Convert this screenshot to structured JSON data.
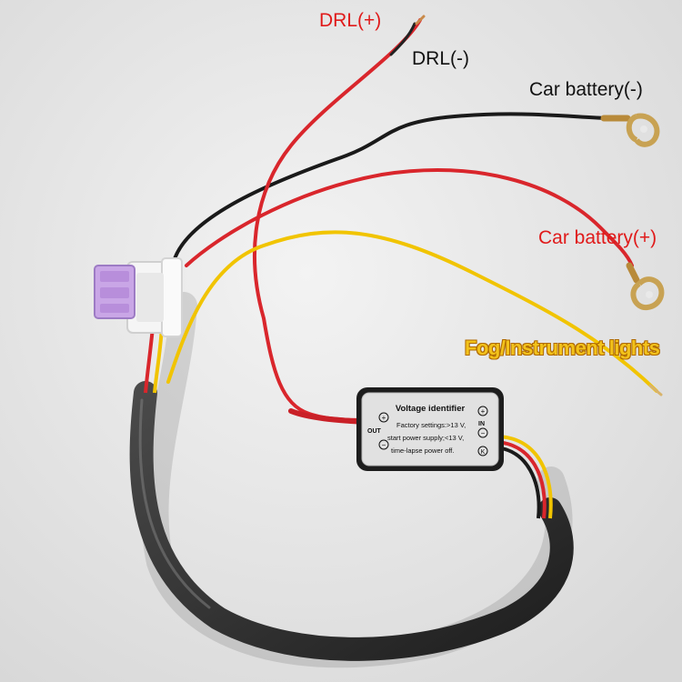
{
  "labels": {
    "drl_positive": "DRL(+)",
    "drl_negative": "DRL(-)",
    "car_battery_negative": "Car battery(-)",
    "car_battery_positive": "Car battery(+)",
    "fog_instrument": "Fog/Instrument lights"
  },
  "module": {
    "title": "Voltage identifier",
    "line1": "Factory settings:>13 V,",
    "line2": "start power supply;<13 V,",
    "line3": "time-lapse power off.",
    "out_label": "OUT",
    "in_label": "IN",
    "plus_symbol": "+",
    "minus_symbol": "−",
    "k_symbol": "K"
  },
  "colors": {
    "background": "#e9e9e9",
    "red_wire": "#d9262c",
    "black_wire": "#1a1a1a",
    "yellow_wire": "#f1c400",
    "fuse": "#c9a6e6",
    "label_red": "#e01a1a",
    "label_yellow": "#f2c21b"
  }
}
